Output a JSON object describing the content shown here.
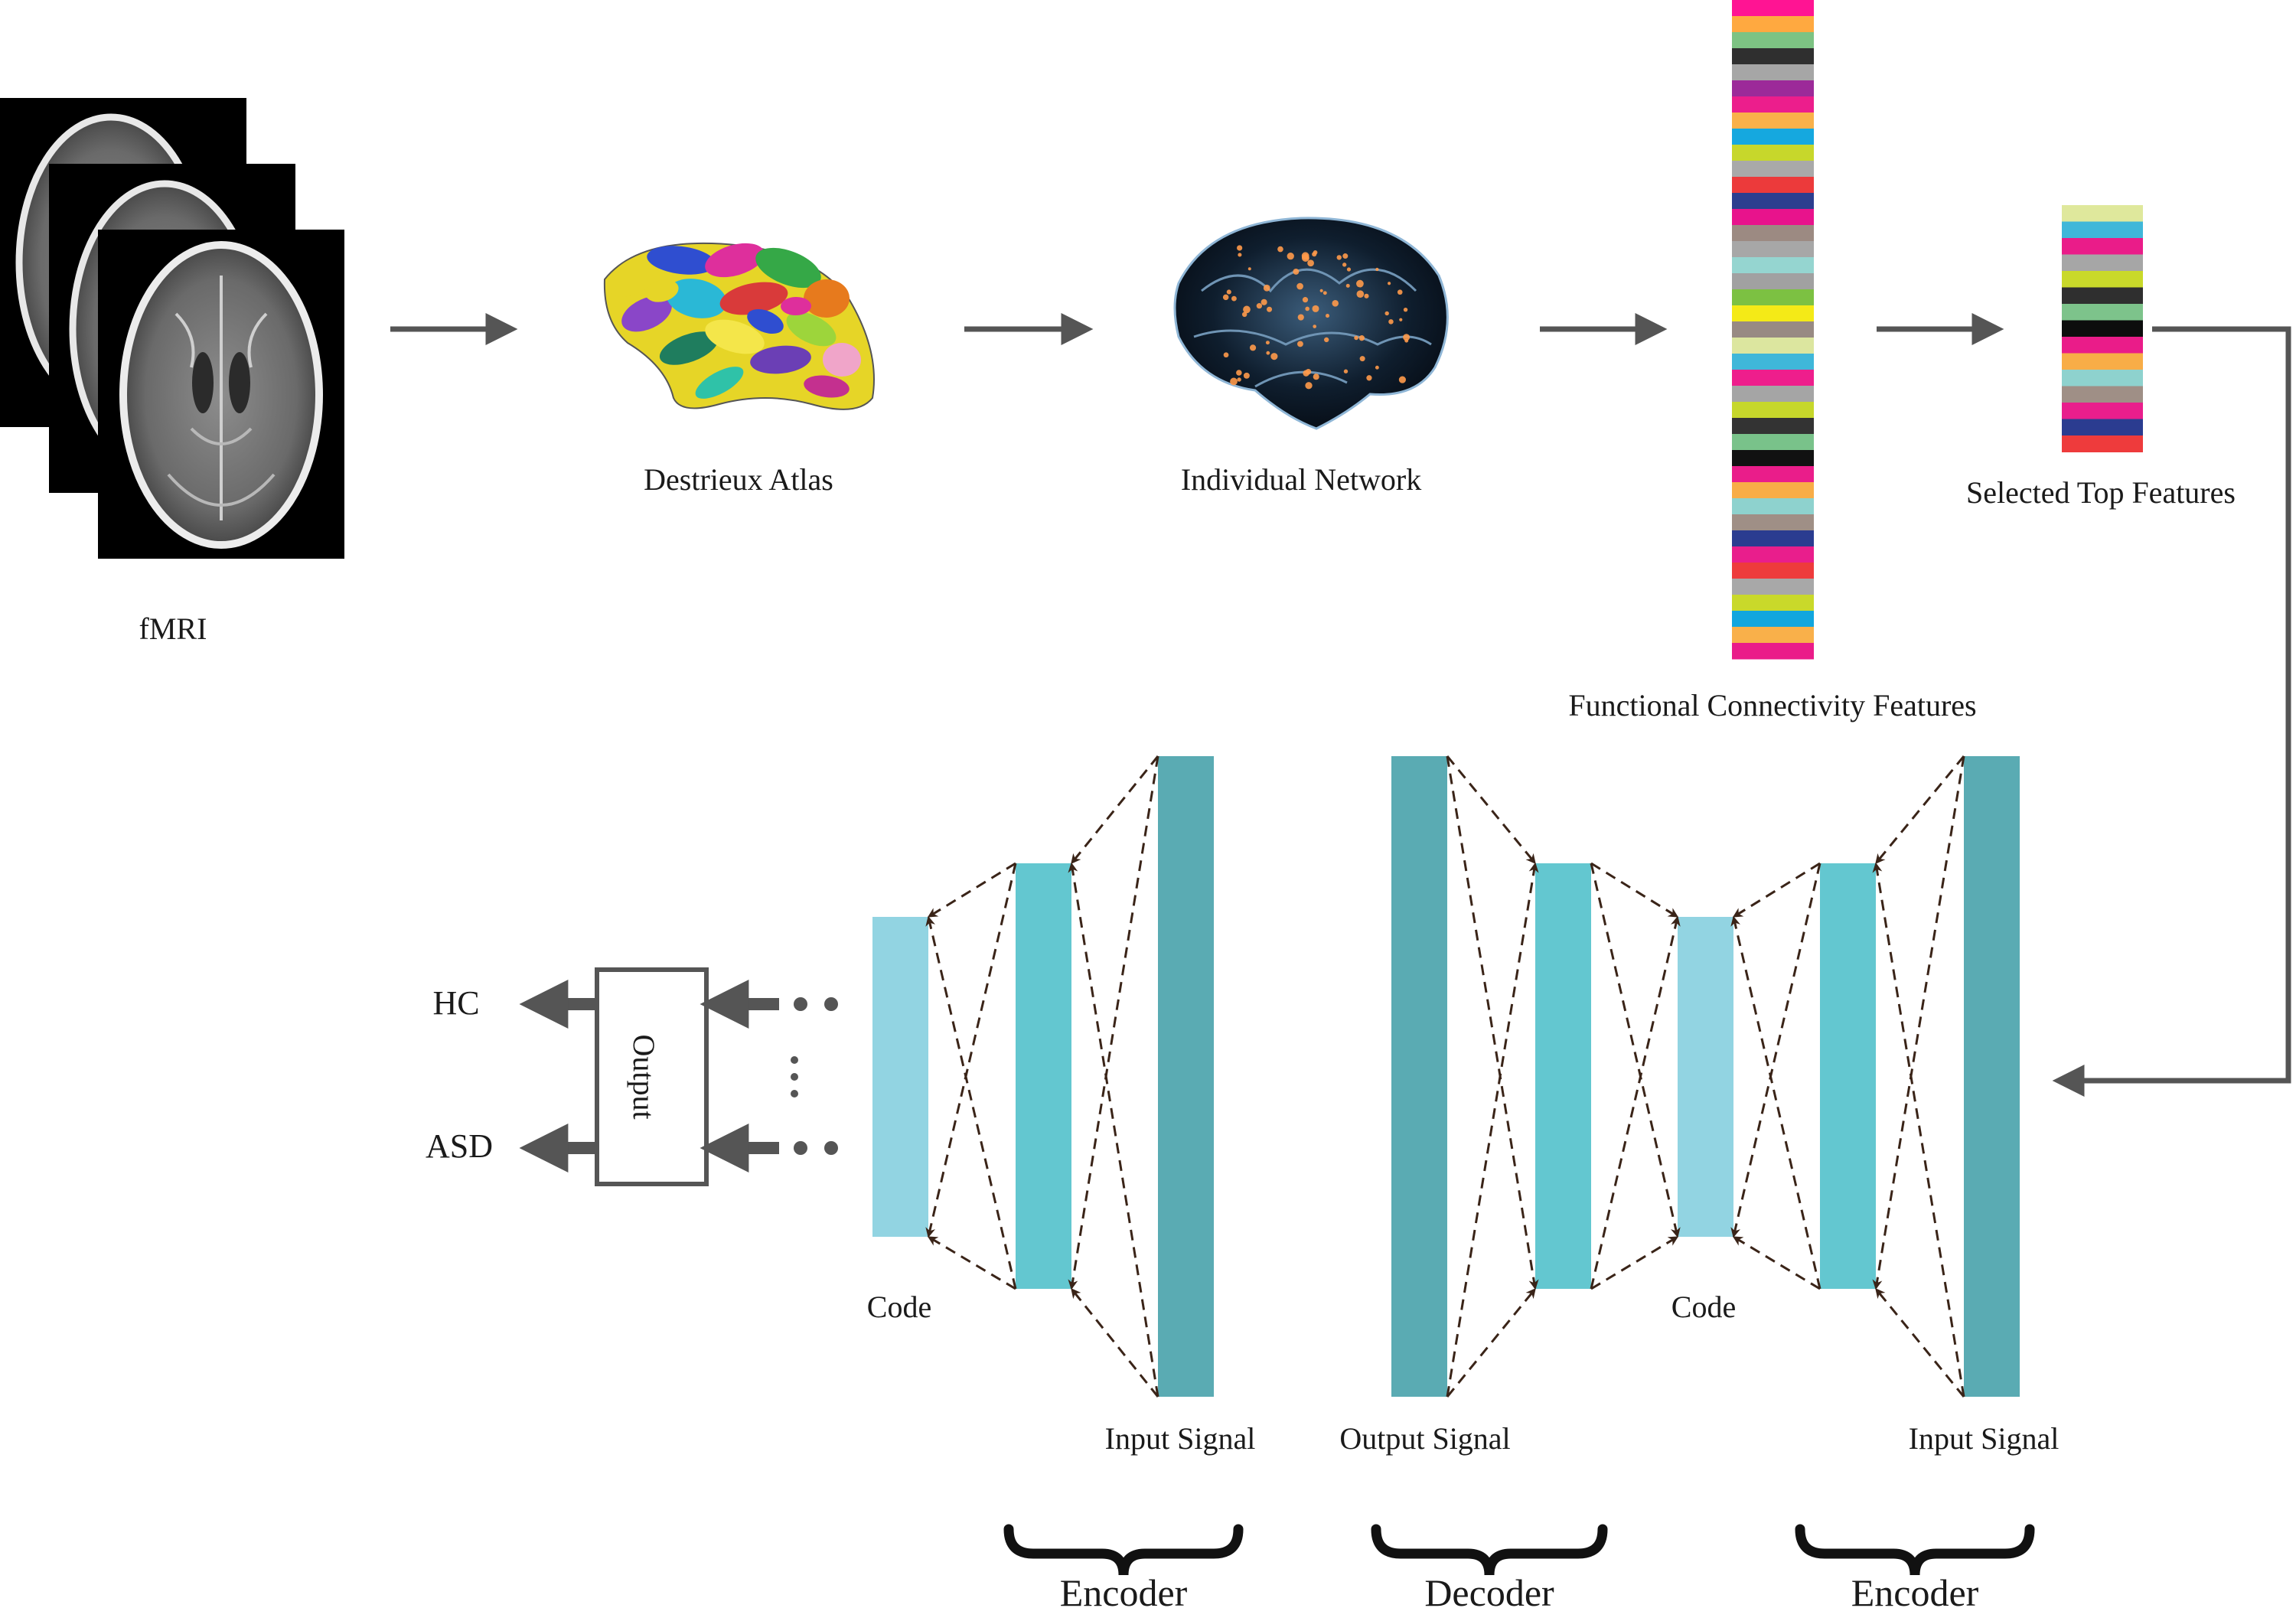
{
  "labels": {
    "fmri": "fMRI",
    "atlas": "Destrieux Atlas",
    "network": "Individual Network",
    "fc_features": "Functional Connectivity Features",
    "top_features": "Selected Top Features",
    "input_signal": "Input Signal",
    "output_signal": "Output Signal",
    "code": "Code",
    "output_box": "Output",
    "hc": "HC",
    "asd": "ASD",
    "encoder": "Encoder",
    "decoder": "Decoder"
  },
  "colors": {
    "arrow": "#555555",
    "dashed_arrow": "#3a2418",
    "layer_outer": "#5aabb3",
    "layer_hidden": "#63c7d0",
    "layer_code": "#92d4e2",
    "fc_stripes": [
      "#ff1493",
      "#ffa940",
      "#7dc383",
      "#2f2f2f",
      "#a6a6a6",
      "#9c2a99",
      "#ec1e8c",
      "#f9b14a",
      "#15a8df",
      "#c7d72b",
      "#a9a9a9",
      "#ec3a3b",
      "#2c3e8f",
      "#e8138c",
      "#9c8a82",
      "#a7a7a7",
      "#95d5d0",
      "#a1a1a1",
      "#7cc142",
      "#f4ea17",
      "#988a83",
      "#dce69f",
      "#3fb7d9",
      "#ee1e8c",
      "#a5a5a5",
      "#c6d72b",
      "#333333",
      "#79c28a",
      "#111111",
      "#ea1d8a",
      "#f8ad47",
      "#8ed2ce",
      "#9f8f86",
      "#2b3c90",
      "#e91e8c",
      "#ee3b3c",
      "#a8a8a8",
      "#c9d92a",
      "#12a6de",
      "#f9b04a",
      "#ea1c89"
    ],
    "top_stripes": [
      "#dfe89c",
      "#3fb7d9",
      "#ea1c89",
      "#a6a6a6",
      "#c9d92a",
      "#2f2f2f",
      "#7dc38b",
      "#0d0d0d",
      "#ea1c89",
      "#f8ad47",
      "#8ed2ce",
      "#9f8f86",
      "#e91e8c",
      "#2b3c90",
      "#ee3b3c"
    ],
    "atlas_patches": [
      "#e6d527",
      "#2f4ed0",
      "#de2f9c",
      "#35a847",
      "#e77a1d",
      "#8a46c8",
      "#2ab8d6",
      "#d93a3a",
      "#9dd53b",
      "#f0a5c9",
      "#1f7d5e",
      "#f4e64a",
      "#6b3fb5",
      "#2fc2a8",
      "#c4308f"
    ],
    "mri_background": "#000000"
  }
}
